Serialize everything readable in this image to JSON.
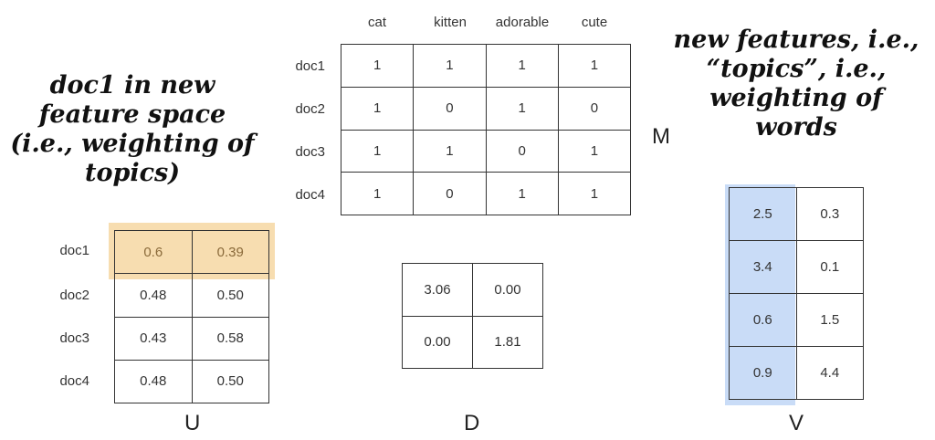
{
  "labels": {
    "left_note": [
      "doc1 in new",
      "feature space",
      "(i.e., weighting of",
      "topics)"
    ],
    "right_note": [
      "new features, i.e.,",
      "“topics”, i.e.,",
      "weighting of",
      "words"
    ],
    "M": "M",
    "U": "U",
    "D": "D",
    "V": "V"
  },
  "M": {
    "columns": [
      "cat",
      "kitten",
      "adorable",
      "cute"
    ],
    "rows": [
      {
        "label": "doc1",
        "values": [
          "1",
          "1",
          "1",
          "1"
        ]
      },
      {
        "label": "doc2",
        "values": [
          "1",
          "0",
          "1",
          "0"
        ]
      },
      {
        "label": "doc3",
        "values": [
          "1",
          "1",
          "0",
          "1"
        ]
      },
      {
        "label": "doc4",
        "values": [
          "1",
          "0",
          "1",
          "1"
        ]
      }
    ]
  },
  "U": {
    "rows": [
      {
        "label": "doc1",
        "values": [
          "0.6",
          "0.39"
        ]
      },
      {
        "label": "doc2",
        "values": [
          "0.48",
          "0.50"
        ]
      },
      {
        "label": "doc3",
        "values": [
          "0.43",
          "0.58"
        ]
      },
      {
        "label": "doc4",
        "values": [
          "0.48",
          "0.50"
        ]
      }
    ],
    "highlight_row": 0,
    "highlight_color": "#f7ddb0"
  },
  "D": {
    "rows": [
      [
        "3.06",
        "0.00"
      ],
      [
        "0.00",
        "1.81"
      ]
    ]
  },
  "V": {
    "rows": [
      [
        "2.5",
        "0.3"
      ],
      [
        "3.4",
        "0.1"
      ],
      [
        "0.6",
        "1.5"
      ],
      [
        "0.9",
        "4.4"
      ]
    ],
    "highlight_col": 0,
    "highlight_color": "#c9dcf7"
  }
}
